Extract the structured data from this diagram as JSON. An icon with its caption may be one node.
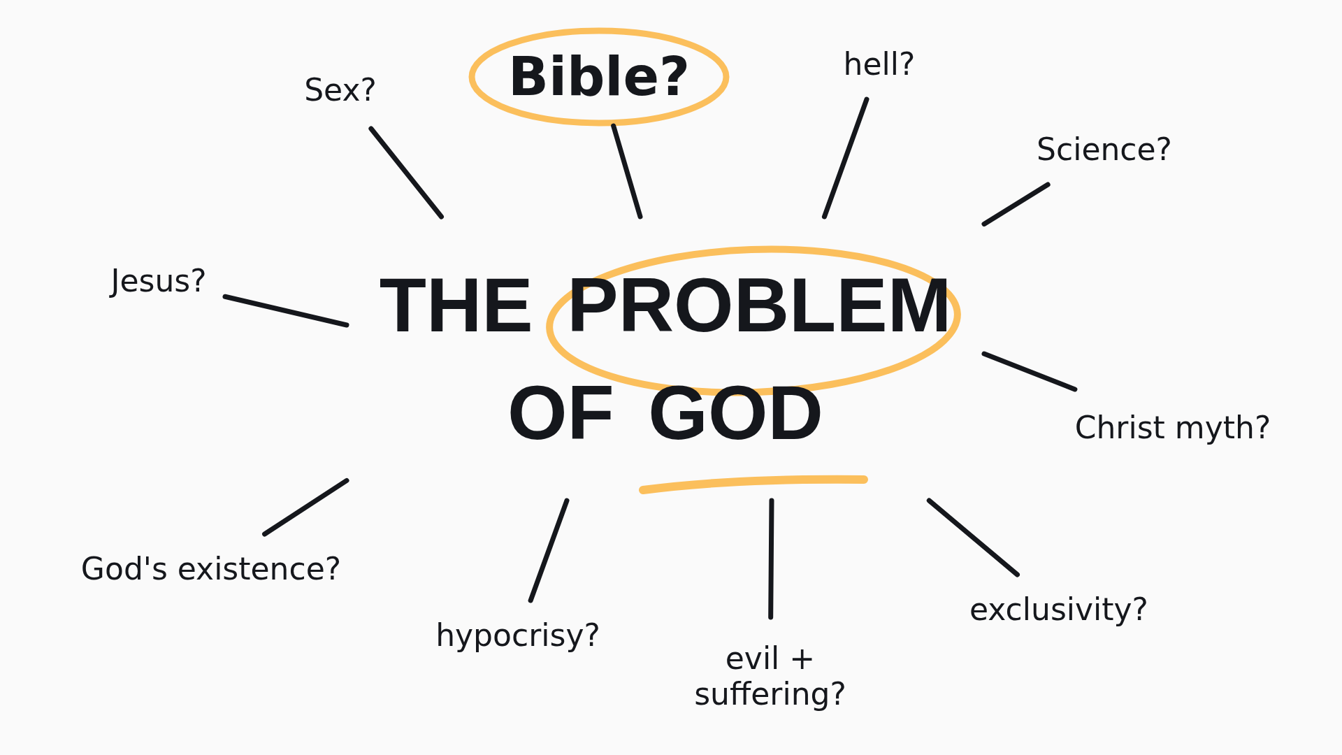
{
  "diagram": {
    "nodes": [
      {
        "text": [
          "THE PROBLEM OF GOD"
        ]
      },
      {
        "text": [
          "Sex?"
        ]
      },
      {
        "text": [
          "Bible?"
        ]
      },
      {
        "text": [
          "hell?"
        ]
      },
      {
        "text": [
          "Science?"
        ]
      },
      {
        "text": [
          "Christ myth?"
        ]
      },
      {
        "text": [
          "exclusivity?"
        ]
      },
      {
        "text": [
          "evil + suffering?"
        ]
      },
      {
        "text": [
          "hypocrisy?"
        ]
      },
      {
        "text": [
          "God's existence?"
        ]
      },
      {
        "text": [
          "Jesus?"
        ]
      }
    ],
    "edges": [
      {
        "from": 1,
        "to": 0,
        "arrow": "none"
      },
      {
        "from": 2,
        "to": 0,
        "arrow": "none"
      },
      {
        "from": 3,
        "to": 0,
        "arrow": "none"
      },
      {
        "from": 4,
        "to": 0,
        "arrow": "none"
      },
      {
        "from": 5,
        "to": 0,
        "arrow": "none"
      },
      {
        "from": 6,
        "to": 0,
        "arrow": "none"
      },
      {
        "from": 7,
        "to": 0,
        "arrow": "none"
      },
      {
        "from": 8,
        "to": 0,
        "arrow": "none"
      },
      {
        "from": 9,
        "to": 0,
        "arrow": "none"
      },
      {
        "from": 10,
        "to": 0,
        "arrow": "none"
      }
    ]
  }
}
